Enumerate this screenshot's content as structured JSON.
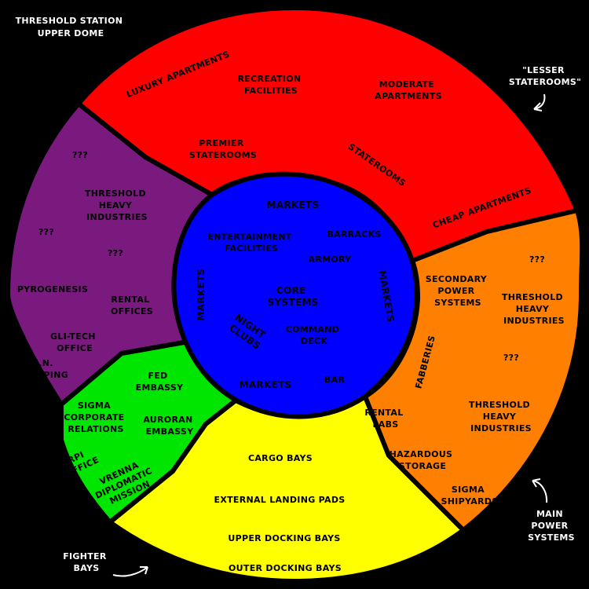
{
  "title": {
    "line1": "THRESHOLD STATION",
    "line2": "UPPER DOME"
  },
  "colors": {
    "background": "#000000",
    "red": "#ff0000",
    "purple": "#7a1a7f",
    "green": "#00e600",
    "yellow": "#ffff00",
    "orange": "#ff8000",
    "blue": "#0000ff",
    "outline": "#000000"
  },
  "sectors": {
    "red": {
      "luxury": "LUXURY APARTMENTS",
      "recreation": [
        "RECREATION",
        "FACILITIES"
      ],
      "moderate": [
        "MODERATE",
        "APARTMENTS"
      ],
      "premier": [
        "PREMIER",
        "STATEROOMS"
      ],
      "staterooms": "STATEROOMS",
      "cheap": "CHEAP APARTMENTS"
    },
    "purple": {
      "q1": "???",
      "threshold": [
        "THRESHOLD",
        "HEAVY",
        "INDUSTRIES"
      ],
      "q2": "???",
      "q3": "???",
      "pyrogenesis": "PYROGENESIS",
      "rental": [
        "RENTAL",
        "OFFICES"
      ],
      "glitech": [
        "GLI-TECH",
        "OFFICE"
      ],
      "un": [
        "U.N.",
        "SHIPPING"
      ]
    },
    "green": {
      "fed": [
        "FED",
        "EMBASSY"
      ],
      "sigma": [
        "SIGMA",
        "CORPORATE",
        "RELATIONS"
      ],
      "auroran": [
        "AURORAN",
        "EMBASSY"
      ],
      "rpi": [
        "RPI",
        "OFFICE"
      ],
      "vrenna": [
        "VRENNA",
        "DIPLOMATIC",
        "MISSION"
      ]
    },
    "yellow": {
      "cargo": "CARGO BAYS",
      "landing": "EXTERNAL LANDING PADS",
      "upper_docking": "UPPER DOCKING BAYS",
      "outer_docking": "OUTER DOCKING BAYS"
    },
    "orange": {
      "secondary": [
        "SECONDARY",
        "POWER",
        "SYSTEMS"
      ],
      "q1": "???",
      "threshold1": [
        "THRESHOLD",
        "HEAVY",
        "INDUSTRIES"
      ],
      "fabberies": "FABBERIES",
      "q2": "???",
      "rental_labs": [
        "RENTAL",
        "LABS"
      ],
      "threshold2": [
        "THRESHOLD",
        "HEAVY",
        "INDUSTRIES"
      ],
      "hazardous": [
        "HAZARDOUS",
        "STORAGE"
      ],
      "sigma": [
        "SIGMA",
        "SHIPYARDS"
      ]
    },
    "core": {
      "markets_top": "MARKETS",
      "entertainment": [
        "ENTERTAINMENT",
        "FACILITIES"
      ],
      "barracks": "BARRACKS",
      "armory": "ARMORY",
      "markets_left": "MARKETS",
      "core_systems": [
        "CORE",
        "SYSTEMS"
      ],
      "markets_right": "MARKETS",
      "night_clubs": [
        "NIGHT",
        "CLUBS"
      ],
      "command": [
        "COMMAND",
        "DECK"
      ],
      "markets_bottom": "MARKETS",
      "bar": "BAR"
    }
  },
  "annotations": {
    "lesser": [
      "\"LESSER",
      "STATEROOMS\""
    ],
    "main_power": [
      "MAIN",
      "POWER",
      "SYSTEMS"
    ],
    "fighter": [
      "FIGHTER",
      "BAYS"
    ]
  }
}
